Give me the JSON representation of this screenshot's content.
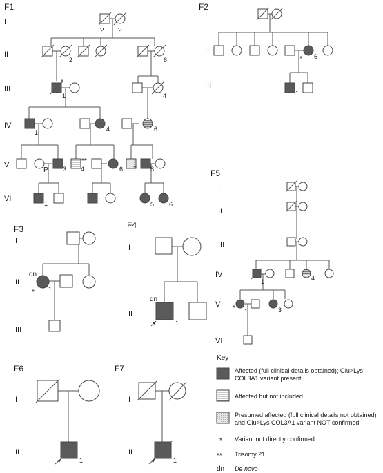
{
  "colors": {
    "affected": "#5a5a5a",
    "unaffected": "#ffffff",
    "line": "#555555",
    "presumed": "#e2e2e2",
    "notincluded_stripe": "#777777"
  },
  "families": [
    {
      "id": "F1",
      "label": "F1",
      "generations": [
        "I",
        "II",
        "III",
        "IV",
        "V",
        "VI"
      ],
      "marks": [
        "?",
        "?"
      ],
      "numbers": [
        "2",
        "6",
        "1",
        "4",
        "1",
        "4",
        "6",
        "3",
        "4",
        "6",
        "7",
        "8",
        "1",
        "5",
        "6"
      ],
      "symbols": {
        "trisomy": "**",
        "variant_not_confirmed": "*",
        "proband_marker": "P"
      }
    },
    {
      "id": "F2",
      "label": "F2",
      "generations": [
        "I",
        "II",
        "III"
      ],
      "numbers": [
        "6",
        "1"
      ],
      "symbols": {
        "variant_not_confirmed": "*"
      }
    },
    {
      "id": "F3",
      "label": "F3",
      "generations": [
        "I",
        "II",
        "III"
      ],
      "numbers": [
        "1"
      ],
      "symbols": {
        "de_novo": "dn",
        "variant_not_confirmed": "*"
      }
    },
    {
      "id": "F4",
      "label": "F4",
      "generations": [
        "I",
        "II"
      ],
      "numbers": [
        "1"
      ],
      "symbols": {
        "de_novo": "dn"
      }
    },
    {
      "id": "F5",
      "label": "F5",
      "generations": [
        "I",
        "II",
        "III",
        "IV",
        "V",
        "VI"
      ],
      "numbers": [
        "1",
        "4",
        "1",
        "3"
      ],
      "symbols": {
        "variant_not_confirmed": "*"
      }
    },
    {
      "id": "F6",
      "label": "F6",
      "generations": [
        "I",
        "II"
      ],
      "numbers": [
        "1"
      ]
    },
    {
      "id": "F7",
      "label": "F7",
      "generations": [
        "I",
        "II"
      ],
      "numbers": [
        "1"
      ]
    }
  ],
  "key": {
    "title": "Key",
    "items": [
      {
        "kind": "affected",
        "lines": [
          "Affected (full clinical details obtained); Glu>Lys",
          "COL3A1 variant present"
        ]
      },
      {
        "kind": "not_included",
        "lines": [
          "Affected but not included"
        ]
      },
      {
        "kind": "presumed",
        "lines": [
          "Presumed affected (full clinical details not obtained)",
          "and  Glu>Lys COL3A1 variant NOT confirmed"
        ]
      },
      {
        "kind": "star",
        "symbol": "*",
        "lines": [
          "Variant not directly confirmed"
        ]
      },
      {
        "kind": "dstar",
        "symbol": "**",
        "lines": [
          "Trisomy 21"
        ]
      },
      {
        "kind": "dn",
        "symbol": "dn",
        "lines": [
          "De novo"
        ]
      }
    ]
  }
}
